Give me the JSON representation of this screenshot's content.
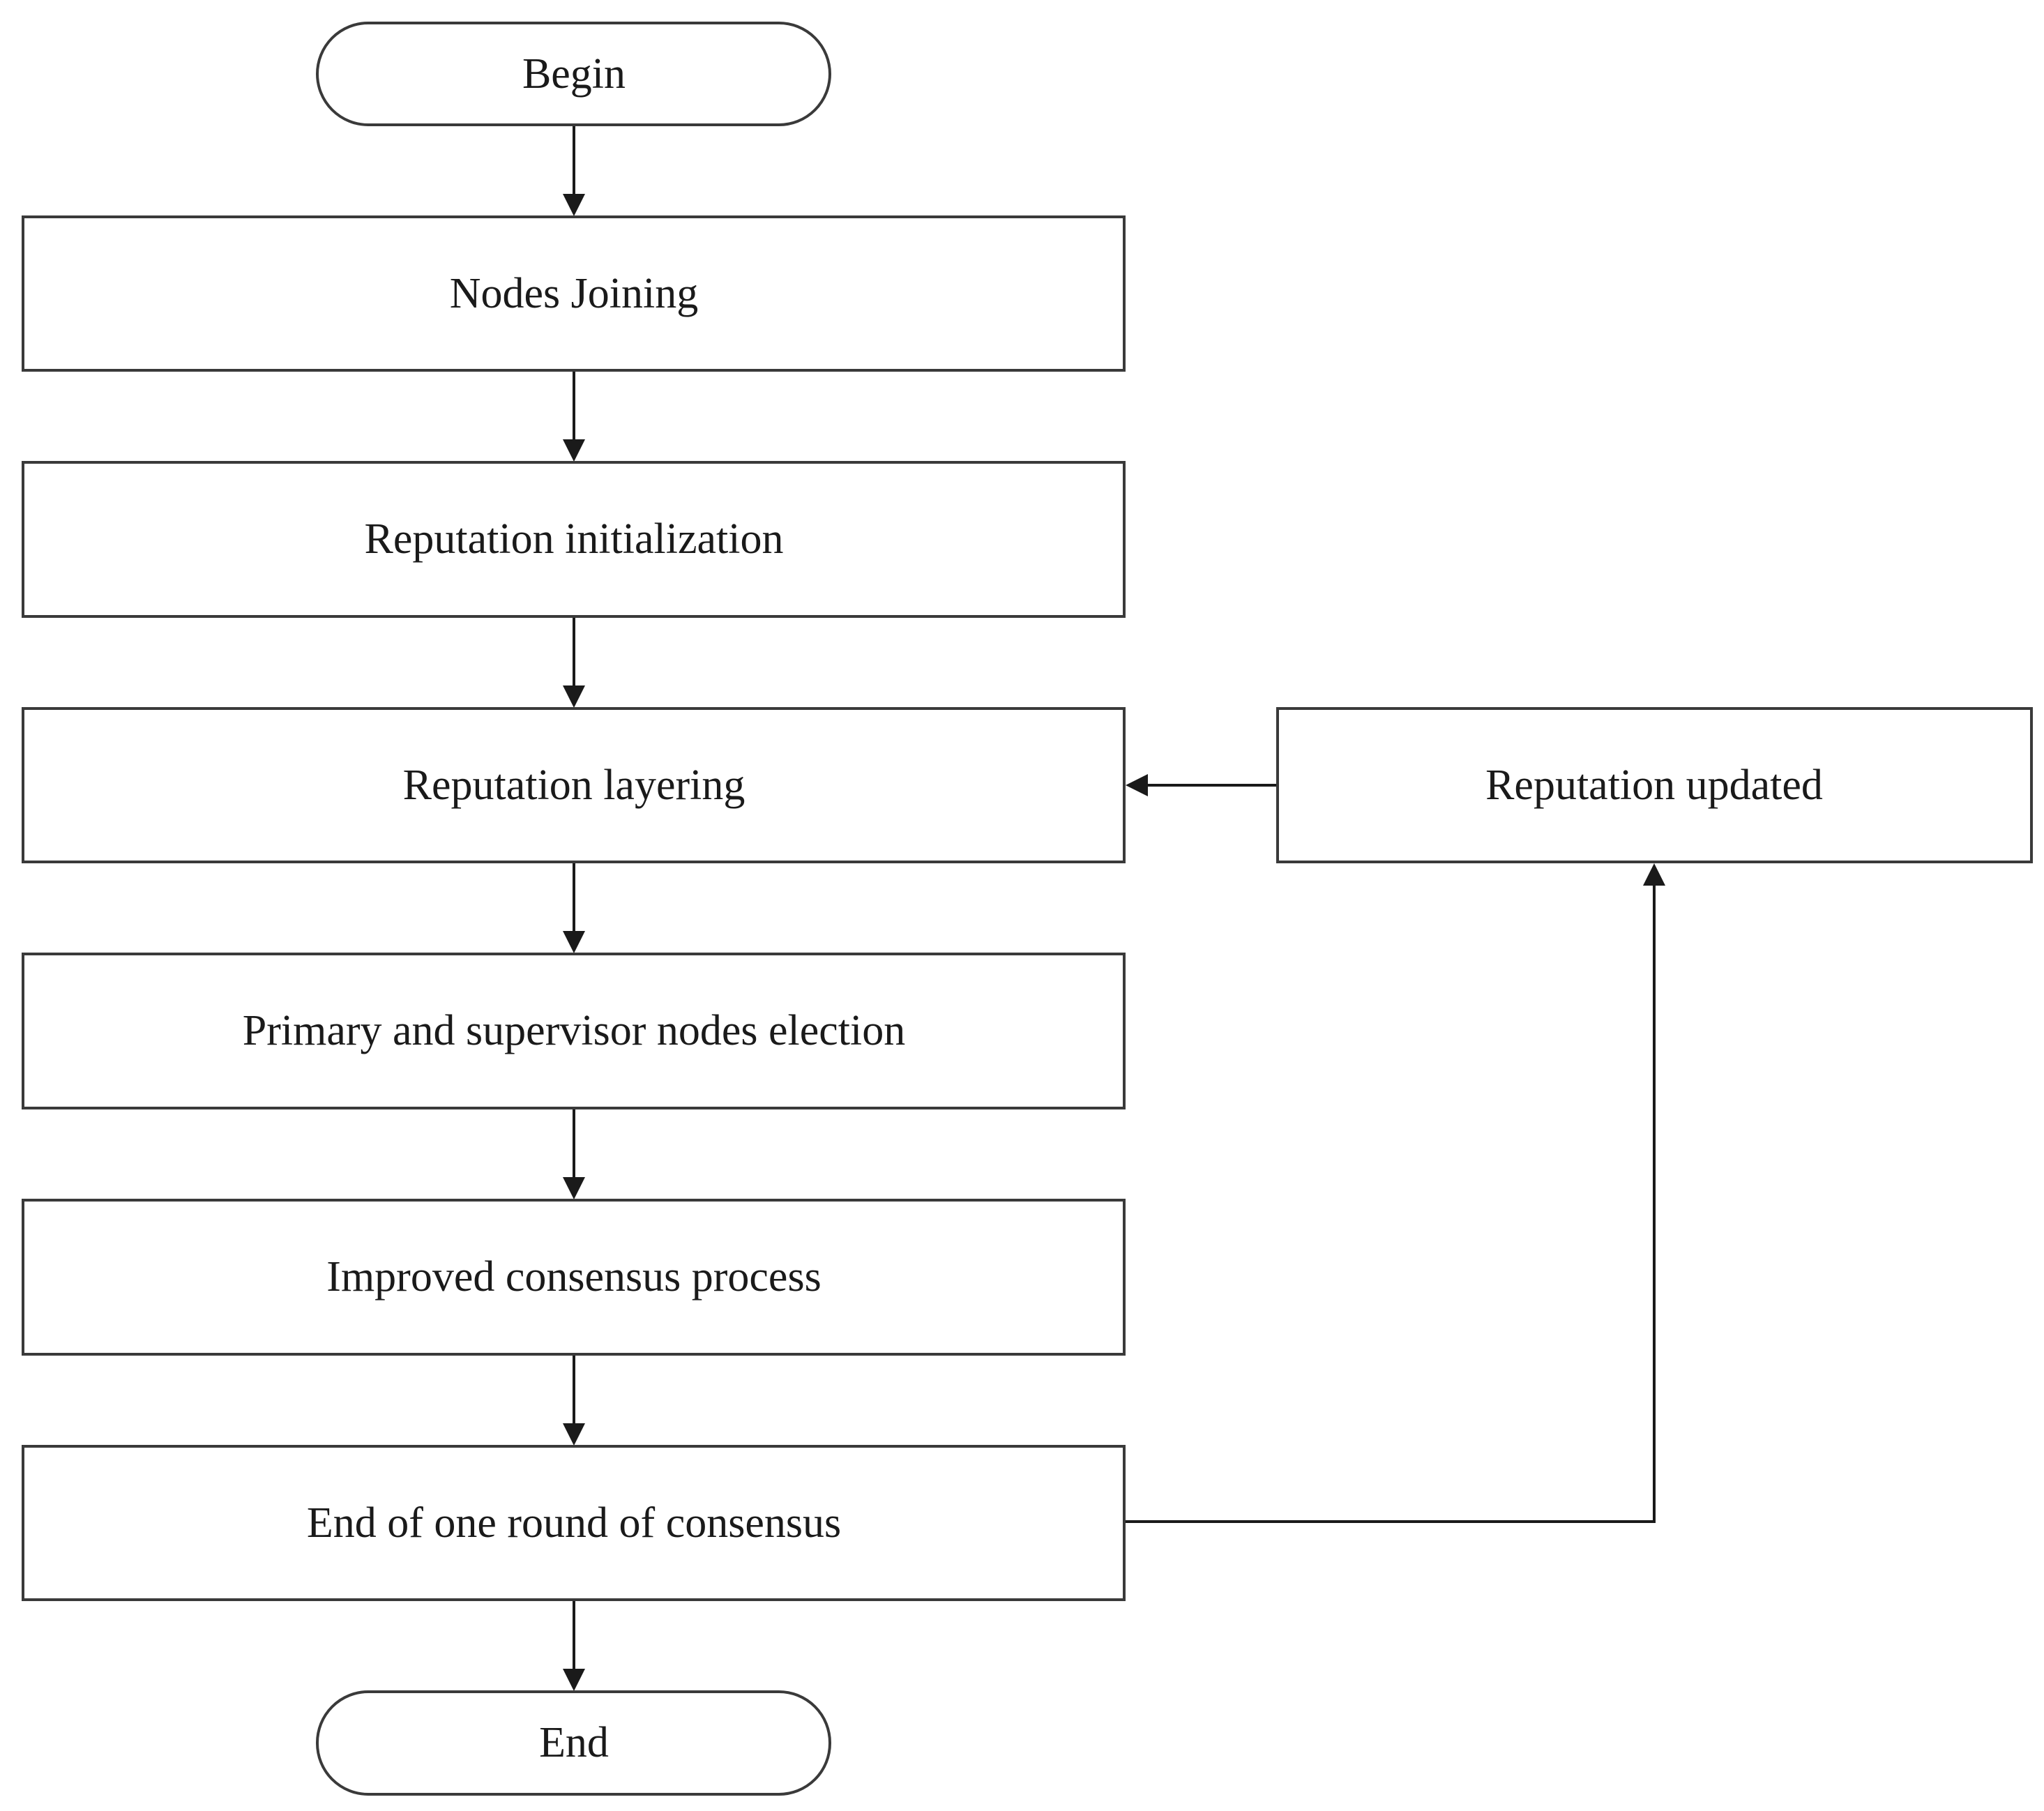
{
  "diagram": {
    "colors": {
      "stroke": "#3a3a3a",
      "text": "#1a1a1a",
      "background": "#ffffff"
    },
    "nodes": {
      "begin": {
        "label": "Begin",
        "shape": "terminal"
      },
      "nodes_joining": {
        "label": "Nodes Joining",
        "shape": "process"
      },
      "reputation_init": {
        "label": "Reputation initialization",
        "shape": "process"
      },
      "reputation_layering": {
        "label": "Reputation layering",
        "shape": "process"
      },
      "election": {
        "label": "Primary and supervisor nodes election",
        "shape": "process"
      },
      "consensus_process": {
        "label": "Improved consensus process",
        "shape": "process"
      },
      "end_round": {
        "label": "End of one round of consensus",
        "shape": "process"
      },
      "end": {
        "label": "End",
        "shape": "terminal"
      },
      "reputation_updated": {
        "label": "Reputation updated",
        "shape": "process"
      }
    },
    "edges": [
      {
        "from": "begin",
        "to": "nodes_joining"
      },
      {
        "from": "nodes_joining",
        "to": "reputation_init"
      },
      {
        "from": "reputation_init",
        "to": "reputation_layering"
      },
      {
        "from": "reputation_layering",
        "to": "election"
      },
      {
        "from": "election",
        "to": "consensus_process"
      },
      {
        "from": "consensus_process",
        "to": "end_round"
      },
      {
        "from": "end_round",
        "to": "end"
      },
      {
        "from": "end_round",
        "to": "reputation_updated"
      },
      {
        "from": "reputation_updated",
        "to": "reputation_layering"
      }
    ]
  }
}
